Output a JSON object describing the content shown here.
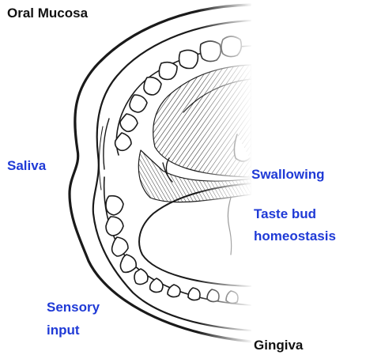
{
  "labels": {
    "oral_mucosa": "Oral Mucosa",
    "saliva": "Saliva",
    "swallowing": "Swallowing",
    "taste_line1": "Taste bud",
    "taste_line2": "homeostasis",
    "sensory_line1": "Sensory",
    "sensory_line2": "input",
    "gingiva": "Gingiva"
  },
  "colors": {
    "dark_label": "#111111",
    "blue_label": "#1f3ad6",
    "line_art": "#1a1a1a"
  }
}
